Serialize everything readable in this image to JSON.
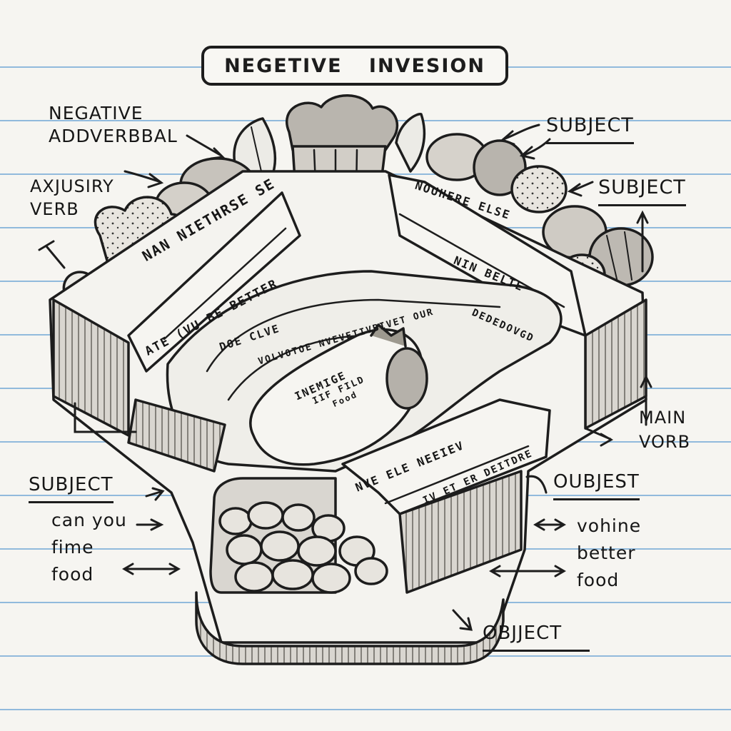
{
  "title": "NEGETIVE   INVESION",
  "labels": {
    "negative_adverbial": "NEGATIVE ADDVERBBAL",
    "auxiliary_verb": "AXJUSIRY VERB",
    "subject_top": "SUBJECT",
    "subject_right": "SUBJECT",
    "main_verb": "MAIN VORB",
    "subject_left": "SUBJECT",
    "oubjest": "OUBJEST",
    "object": "OBJJECT",
    "left_phrase": [
      "can you",
      "fime",
      "food"
    ],
    "right_phrase": [
      "vohine",
      "better",
      "food"
    ]
  },
  "path_texts": {
    "left_outer": "NAN NIETHRSE SE",
    "left_outer2": "ATE (VU BE BETTER",
    "left_inner": "DOE CLVE",
    "center_inner": "VOLVOTOE NVEVETIVBIVET OUR",
    "center_food": [
      "INEMIGE",
      "IIF FILD",
      "Food"
    ],
    "right_outer": "NOUHERE ELSE",
    "right_outer2": "NIN BELTE",
    "right_outer3": "DEDEDOVGD",
    "bottom_a": "NVE ELE NEEIEV",
    "bottom_b": "IV ET ER DEITDRE"
  },
  "colors": {
    "ink": "#1d1d1d",
    "paper": "#f6f5f1",
    "rule_line": "#7fb0d8",
    "box_fill": "#d9d6d0",
    "shade": "#a9a59f"
  }
}
